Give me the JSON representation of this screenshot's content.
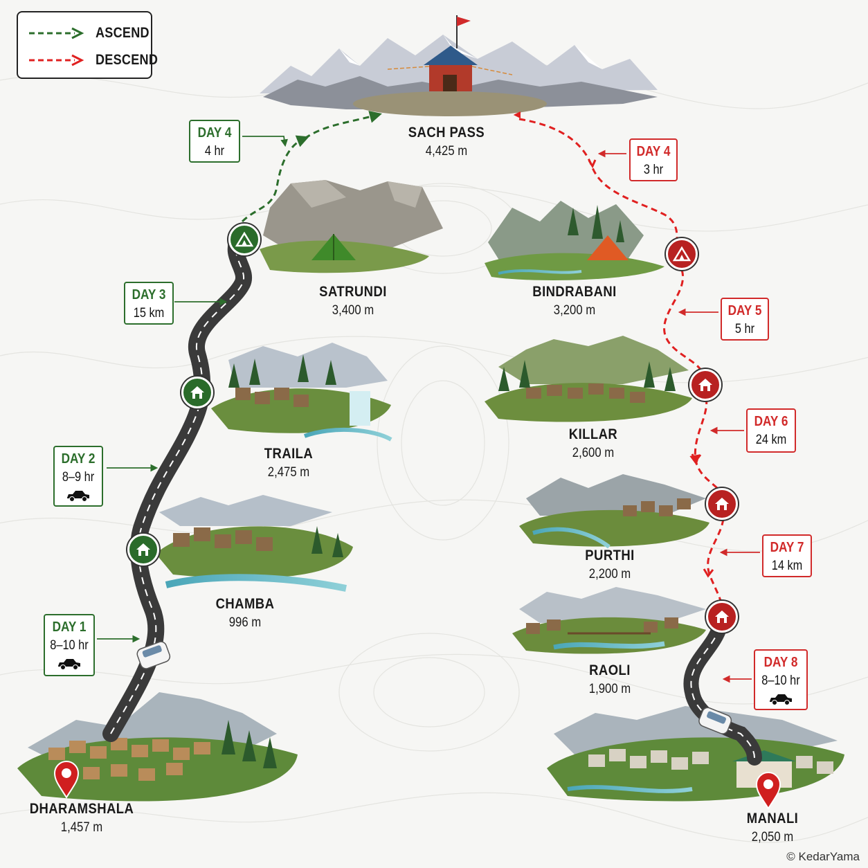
{
  "legend": {
    "ascend_label": "ASCEND",
    "descend_label": "DESCEND",
    "ascend_color": "#2c6e2c",
    "descend_color": "#e02020"
  },
  "places": {
    "sach_pass": {
      "name": "SACH PASS",
      "elevation": "4,425 m"
    },
    "satrundi": {
      "name": "SATRUNDI",
      "elevation": "3,400 m"
    },
    "bindrabani": {
      "name": "BINDRABANI",
      "elevation": "3,200 m"
    },
    "traila": {
      "name": "TRAILA",
      "elevation": "2,475 m"
    },
    "killar": {
      "name": "KILLAR",
      "elevation": "2,600 m"
    },
    "chamba": {
      "name": "CHAMBA",
      "elevation": "996 m"
    },
    "purthi": {
      "name": "PURTHI",
      "elevation": "2,200 m"
    },
    "raoli": {
      "name": "RAOLI",
      "elevation": "1,900 m"
    },
    "dharamshala": {
      "name": "DHARAMSHALA",
      "elevation": "1,457 m"
    },
    "manali": {
      "name": "MANALI",
      "elevation": "2,050 m"
    }
  },
  "days": {
    "d1": {
      "day": "DAY 1",
      "detail": "8–10 hr",
      "icon": "car-icon"
    },
    "d2": {
      "day": "DAY 2",
      "detail": "8–9 hr",
      "icon": "car-icon"
    },
    "d3": {
      "day": "DAY 3",
      "detail": "15 km"
    },
    "d4a": {
      "day": "DAY 4",
      "detail": "4 hr"
    },
    "d4b": {
      "day": "DAY 4",
      "detail": "3 hr"
    },
    "d5": {
      "day": "DAY 5",
      "detail": "5 hr"
    },
    "d6": {
      "day": "DAY 6",
      "detail": "24 km"
    },
    "d7": {
      "day": "DAY 7",
      "detail": "14 km"
    },
    "d8": {
      "day": "DAY 8",
      "detail": "8–10 hr",
      "icon": "car-icon"
    }
  },
  "markers": {
    "ascend": [
      "home-icon",
      "home-icon",
      "camp-icon"
    ],
    "descend": [
      "camp-icon",
      "home-icon",
      "home-icon",
      "home-icon"
    ],
    "endpoints": [
      "location-pin-icon",
      "location-pin-icon"
    ]
  },
  "credit": "© KedarYama"
}
